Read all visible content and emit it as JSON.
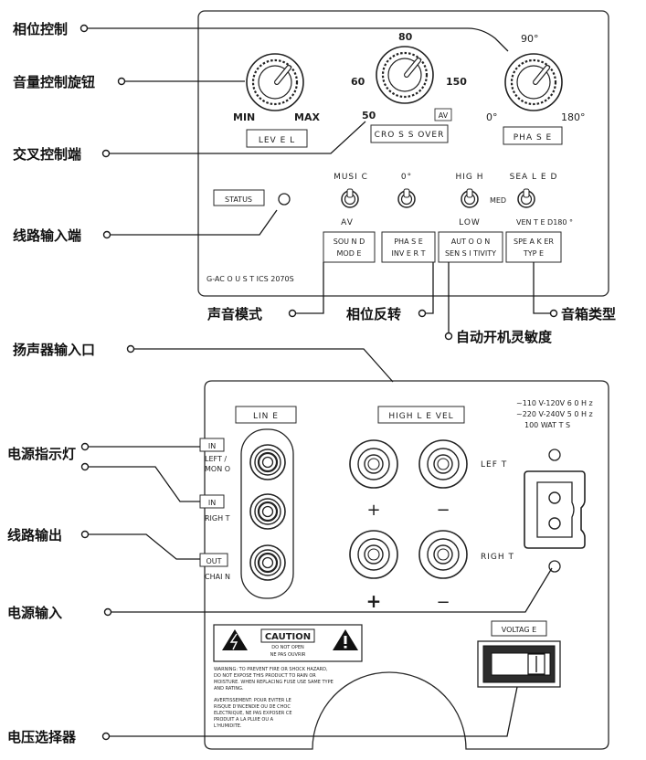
{
  "annotations": {
    "phase_control": "相位控制",
    "volume_knob": "音量控制旋钮",
    "crossover_control": "交叉控制端",
    "line_input": "线路输入端",
    "sound_mode": "声音模式",
    "phase_invert": "相位反转",
    "speaker_type": "音箱类型",
    "auto_on": "自动开机灵敏度",
    "speaker_input": "扬声器输入口",
    "power_indicator": "电源指示灯",
    "line_output": "线路输出",
    "power_input": "电源输入",
    "voltage_selector": "电压选择器"
  },
  "top_panel": {
    "level": {
      "min": "MIN",
      "max": "MAX",
      "label": "LEV E L"
    },
    "crossover": {
      "t50": "50",
      "t60": "60",
      "t80": "80",
      "t150": "150",
      "av": "AV",
      "label": "CRO S S OVER"
    },
    "phase": {
      "t0": "0°",
      "t90": "90°",
      "t180": "180°",
      "label": "PHA S E"
    },
    "status": "STATUS",
    "switches": {
      "sound_mode": {
        "top": "MUSI C",
        "bottom": "AV",
        "label1": "SOU N D",
        "label2": "MOD E"
      },
      "phase_invert": {
        "top": "0°",
        "label1": "PHA S E",
        "label2": "INV E R T"
      },
      "auto_on": {
        "top": "HIG H",
        "mid": "MED",
        "bottom": "LOW",
        "label1": "AUT O O N",
        "label2": "SEN S I TIVITY"
      },
      "speaker_type": {
        "top": "SEA L E D",
        "bottom": "VEN T E D180 °",
        "label1": "SPE A K ER",
        "label2": "TYP E"
      }
    },
    "brand": "G-AC O U S T ICS 2070S"
  },
  "bottom_panel": {
    "line_box": "LIN E",
    "high_level_box": "HIGH L E VEL",
    "jack_labels": {
      "in1": "IN",
      "left_mono1": "LEFT /",
      "left_mono2": "MON O",
      "in2": "IN",
      "right": "RIGH T",
      "out": "OUT",
      "chain": "CHAI N"
    },
    "left": "LEF T",
    "right": "RIGH T",
    "plus": "+",
    "minus": "−",
    "voltage_spec": {
      "line1": "~110 V-120V 6 0 H z",
      "line2": "~220 V-240V 5 0 H z",
      "line3": "100 WAT T S"
    },
    "voltage": "VOLTAG E",
    "caution": {
      "title": "CAUTION",
      "sub1": "DO NOT OPEN",
      "sub2": "NE PAS OUVRIR",
      "lines": [
        "WARNING: TO PREVENT FIRE OR SHOCK HAZARD,",
        "DO NOT EXPOSE THIS PRODUCT TO RAIN OR",
        "MOISTURE. WHEN REPLACING FUSE USE SAME TYPE",
        "AND RATING."
      ],
      "lines_fr": [
        "AVERTISSEMENT: POUR EVITER LE",
        "RISQUE D'INCENDIE OU DE CHOC",
        "ELECTRIQUE, NE PAS EXPOSER CE",
        "PRODUIT A LA PLUIE OU A",
        "L'HUMIDITE."
      ]
    }
  }
}
